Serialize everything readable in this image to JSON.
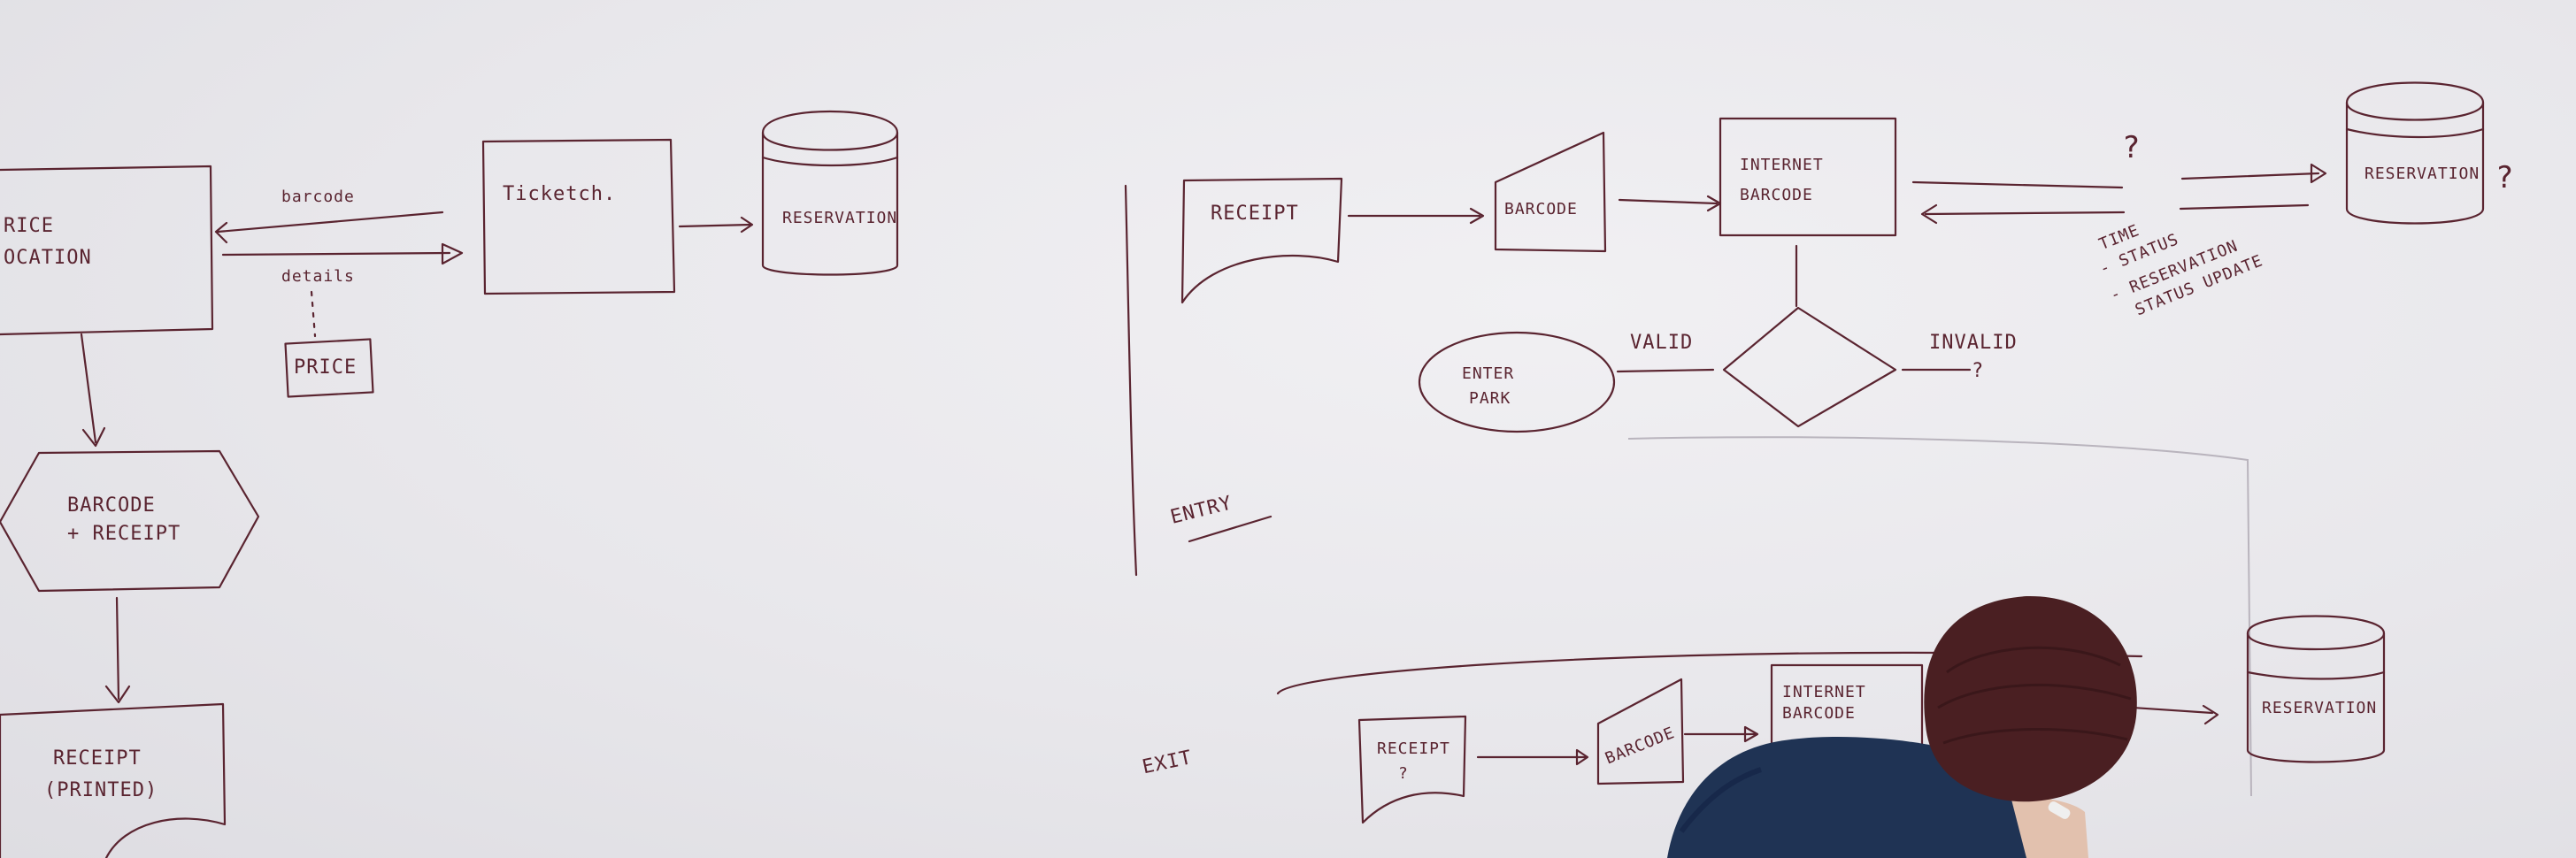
{
  "whiteboard": {
    "left_flow": {
      "price_location": [
        "RICE",
        "OCATION"
      ],
      "barcode_label": "barcode",
      "details_label": "details",
      "price_box": "PRICE",
      "ticketing_box": "Ticketch.",
      "reservation_db": "RESERVATION",
      "barcode_receipt": [
        "BARCODE",
        "+ RECEIPT"
      ],
      "receipt_printed": [
        "RECEIPT",
        "(PRINTED)"
      ]
    },
    "entry_flow": {
      "receipt": "RECEIPT",
      "barcode": "BARCODE",
      "internet_barcode": [
        "INTERNET",
        "BARCODE"
      ],
      "question_mark": "?",
      "reservation_db": "RESERVATION",
      "db_question": "?",
      "notes": [
        "TIME",
        "- STATUS",
        "- RESERVATION",
        "STATUS UPDATE"
      ],
      "valid_label": "VALID",
      "invalid_label": "INVALID",
      "invalid_question": "?",
      "enter_park": [
        "ENTER",
        "PARK"
      ],
      "entry_label": "ENTRY"
    },
    "exit_flow": {
      "exit_label": "EXIT",
      "receipt": [
        "RECEIPT",
        "?"
      ],
      "barcode": "BARCODE",
      "internet_barcode": [
        "INTERNET",
        "BARCODE"
      ],
      "reservation_db": "RESERVATION"
    }
  },
  "colors": {
    "ink": "#5a2430",
    "board": "#eceaee",
    "shirt": "#1f3354",
    "beanie": "#4a1f22"
  }
}
